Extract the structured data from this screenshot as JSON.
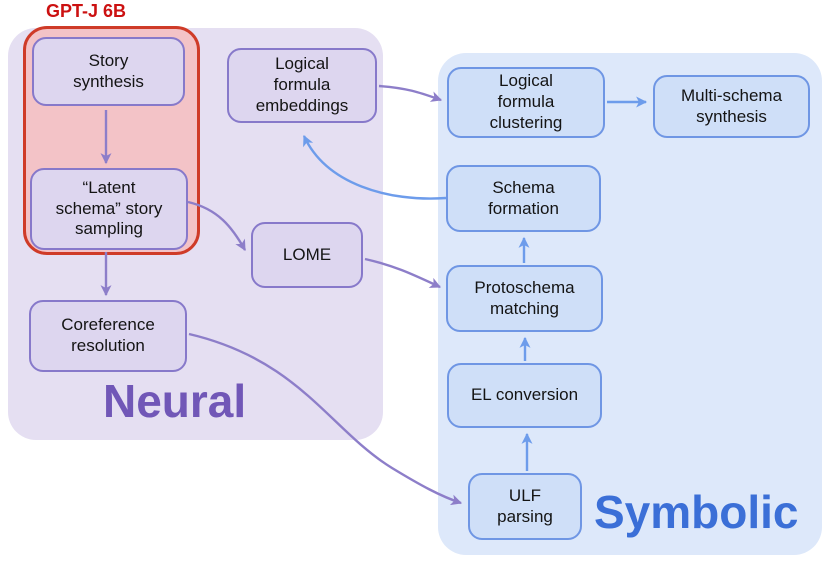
{
  "regions": {
    "neural": {
      "label": "Neural",
      "color": "#7157b7",
      "background": "#e5dff2"
    },
    "symbolic": {
      "label": "Symbolic",
      "color": "#3b6fd7",
      "background": "#dde8fa"
    },
    "gptj": {
      "label": "GPT-J 6B",
      "color": "#cc1111",
      "background": "#f3c3c7",
      "border": "#cf3b28"
    }
  },
  "nodes": {
    "story_synthesis": {
      "label": "Story\nsynthesis",
      "group": "neural"
    },
    "latent_schema": {
      "label": "“Latent\nschema” story\nsampling",
      "group": "neural"
    },
    "coreference": {
      "label": "Coreference\nresolution",
      "group": "neural"
    },
    "lome": {
      "label": "LOME",
      "group": "neural"
    },
    "lf_embeddings": {
      "label": "Logical\nformula\nembeddings",
      "group": "neural"
    },
    "lf_clustering": {
      "label": "Logical\nformula\nclustering",
      "group": "symbolic"
    },
    "multi_schema": {
      "label": "Multi-schema\nsynthesis",
      "group": "symbolic"
    },
    "schema_formation": {
      "label": "Schema\nformation",
      "group": "symbolic"
    },
    "protoschema": {
      "label": "Protoschema\nmatching",
      "group": "symbolic"
    },
    "el_conversion": {
      "label": "EL conversion",
      "group": "symbolic"
    },
    "ulf_parsing": {
      "label": "ULF\nparsing",
      "group": "symbolic"
    }
  },
  "edges": [
    {
      "from": "story_synthesis",
      "to": "latent_schema",
      "color": "#8d7ec9"
    },
    {
      "from": "latent_schema",
      "to": "coreference",
      "color": "#8d7ec9"
    },
    {
      "from": "latent_schema",
      "to": "lome",
      "color": "#8d7ec9"
    },
    {
      "from": "coreference",
      "to": "ulf_parsing",
      "color": "#8d7ec9"
    },
    {
      "from": "lome",
      "to": "protoschema",
      "color": "#8d7ec9"
    },
    {
      "from": "lf_embeddings",
      "to": "lf_clustering",
      "color": "#8d7ec9"
    },
    {
      "from": "lf_clustering",
      "to": "multi_schema",
      "color": "#6d9ceb"
    },
    {
      "from": "ulf_parsing",
      "to": "el_conversion",
      "color": "#6d9ceb"
    },
    {
      "from": "el_conversion",
      "to": "protoschema",
      "color": "#6d9ceb"
    },
    {
      "from": "protoschema",
      "to": "schema_formation",
      "color": "#6d9ceb"
    },
    {
      "from": "schema_formation",
      "to": "lf_embeddings",
      "color": "#6d9ceb"
    }
  ],
  "colors": {
    "purple_node_fill": "#ddd6ef",
    "purple_node_border": "#8779ca",
    "blue_node_fill": "#cfdff8",
    "blue_node_border": "#6f96e4",
    "purple_arrow": "#8d7ec9",
    "blue_arrow": "#6d9ceb"
  }
}
